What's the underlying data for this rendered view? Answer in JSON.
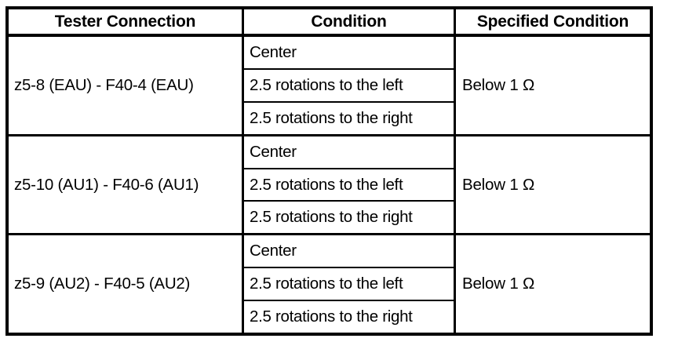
{
  "table": {
    "headers": {
      "tester_connection": "Tester Connection",
      "condition": "Condition",
      "specified_condition": "Specified Condition"
    },
    "rows": [
      {
        "tester_connection": "z5-8 (EAU) - F40-4 (EAU)",
        "conditions": [
          "Center",
          "2.5 rotations to the left",
          "2.5 rotations to the right"
        ],
        "specified_condition": "Below 1 Ω"
      },
      {
        "tester_connection": "z5-10 (AU1) - F40-6 (AU1)",
        "conditions": [
          "Center",
          "2.5 rotations to the left",
          "2.5 rotations to the right"
        ],
        "specified_condition": "Below 1 Ω"
      },
      {
        "tester_connection": "z5-9 (AU2) - F40-5 (AU2)",
        "conditions": [
          "Center",
          "2.5 rotations to the left",
          "2.5 rotations to the right"
        ],
        "specified_condition": "Below 1 Ω"
      }
    ]
  },
  "colors": {
    "border": "#000000",
    "text": "#000000",
    "background": "#ffffff"
  }
}
